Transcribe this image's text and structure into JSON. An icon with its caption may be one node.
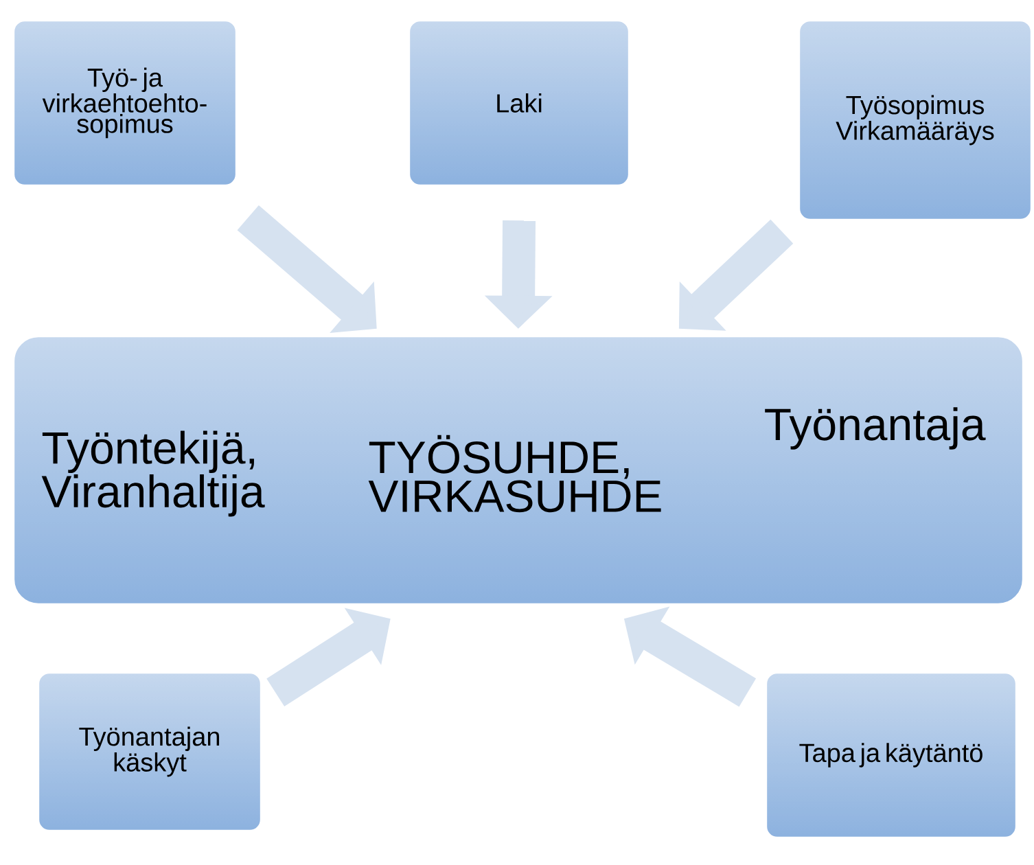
{
  "diagram": {
    "nodes": [
      {
        "text": [
          "Työ- ja virkaehtoehto-sopimus"
        ]
      },
      {
        "text": [
          "Laki"
        ]
      },
      {
        "text": [
          "Työsopimus Virkamääräys"
        ]
      },
      {
        "text": [
          "Työntekijä, Viranhaltija",
          "TYÖSUHDE, VIRKASUHDE",
          "Työnantaja"
        ]
      },
      {
        "text": [
          "Työnantajan käskyt"
        ]
      },
      {
        "text": [
          "Tapa ja käytäntö"
        ]
      }
    ],
    "edges": [
      {
        "from": 0,
        "to": 3,
        "arrow": "to"
      },
      {
        "from": 1,
        "to": 3,
        "arrow": "to"
      },
      {
        "from": 2,
        "to": 3,
        "arrow": "to"
      },
      {
        "from": 4,
        "to": 3,
        "arrow": "to"
      },
      {
        "from": 5,
        "to": 3,
        "arrow": "to"
      }
    ]
  }
}
